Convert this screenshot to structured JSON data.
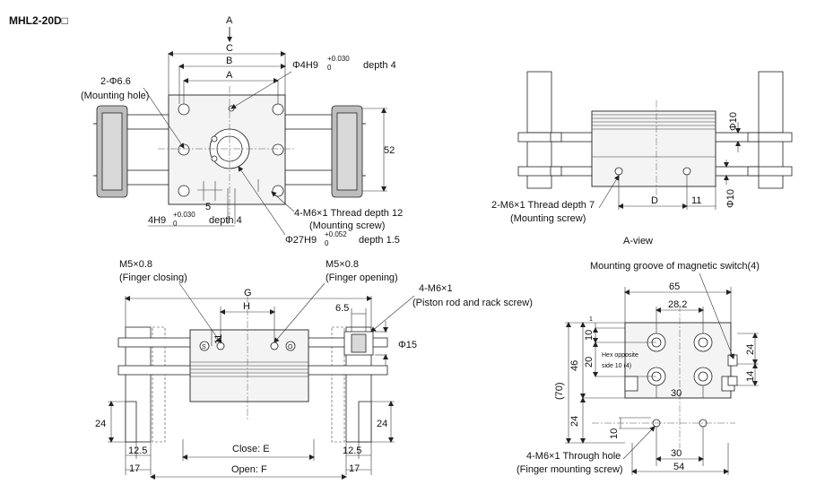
{
  "title": "MHL2-20D□",
  "top_view": {
    "section_marker": "A",
    "dim_c": "C",
    "dim_b": "B",
    "dim_a": "A",
    "hole_4h9": "Φ4H9",
    "hole_4h9_tol_upper": "+0.030",
    "hole_4h9_tol_lower": "0",
    "hole_4h9_depth": "depth 4",
    "mount_hole_label": "2-Φ6.6",
    "mount_hole_sub": "(Mounting hole)",
    "dim_52": "52",
    "dim_5": "5",
    "bottom_4h9": "4H9",
    "bottom_4h9_tol_upper": "+0.030",
    "bottom_4h9_tol_lower": "0",
    "bottom_4h9_depth": "depth 4",
    "thread_label": "4-M6×1 Thread depth 12",
    "thread_sub": "(Mounting screw)",
    "bore_label": "Φ27H9",
    "bore_tol_upper": "+0.052",
    "bore_tol_lower": "0",
    "bore_depth": "depth 1.5"
  },
  "a_view": {
    "dim_phi10_top": "Φ10",
    "dim_phi10_bottom": "Φ10",
    "dim_d": "D",
    "dim_11": "11",
    "screw_label": "2-M6×1 Thread depth 7",
    "screw_sub": "(Mounting screw)",
    "caption": "A-view"
  },
  "front_view": {
    "closing_port": "M5×0.8",
    "closing_sub": "(Finger closing)",
    "opening_port": "M5×0.8",
    "opening_sub": "(Finger opening)",
    "dim_g": "G",
    "dim_h": "H",
    "dim_65": "6.5",
    "dim_11": "11",
    "piston_label": "4-M6×1",
    "piston_sub": "(Piston rod and rack screw)",
    "dim_phi15": "Φ15",
    "port_s": "S",
    "port_o": "O",
    "dim_24_left": "24",
    "dim_24_right": "24",
    "dim_125_left": "12.5",
    "dim_125_right": "12.5",
    "dim_17_left": "17",
    "dim_17_right": "17",
    "close_label": "Close: E",
    "open_label": "Open: F"
  },
  "side_view": {
    "groove_label": "Mounting groove of magnetic switch(4)",
    "dim_65": "65",
    "dim_282": "28.2",
    "dim_1": "1",
    "dim_10": "10",
    "dim_20": "20",
    "dim_46": "46",
    "dim_70": "(70)",
    "dim_24_top": "24",
    "dim_14": "14",
    "dim_30_mid": "30",
    "dim_24_bottom": "24",
    "dim_10_bottom": "10",
    "dim_30_bottom": "30",
    "dim_54": "54",
    "hex_line1": "Hex opposite",
    "hex_line2": "side 10 (4)",
    "through_label": "4-M6×1 Through hole",
    "through_sub": "(Finger mounting screw)"
  }
}
